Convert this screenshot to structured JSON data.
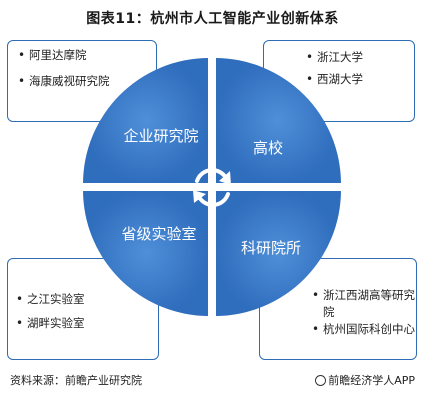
{
  "title": "图表11：杭州市人工智能产业创新体系",
  "quadrants": {
    "enterprise": "企业研究院",
    "university": "高校",
    "provincial_lab": "省级实验室",
    "research_institute": "科研院所"
  },
  "lists": {
    "enterprise": [
      "阿里达摩院",
      "海康威视研究院"
    ],
    "university": [
      "浙江大学",
      "西湖大学"
    ],
    "provincial_lab": [
      "之江实验室",
      "湖畔实验室"
    ],
    "research_institute": [
      "浙江西湖高等研究院",
      "杭州国际科创中心"
    ]
  },
  "bullet": "•",
  "source": "资料来源：前瞻产业研究院",
  "brand": "前瞻经济学人APP",
  "colors": {
    "circle": "#3d7cc9",
    "box_border": "#2e6db4"
  }
}
